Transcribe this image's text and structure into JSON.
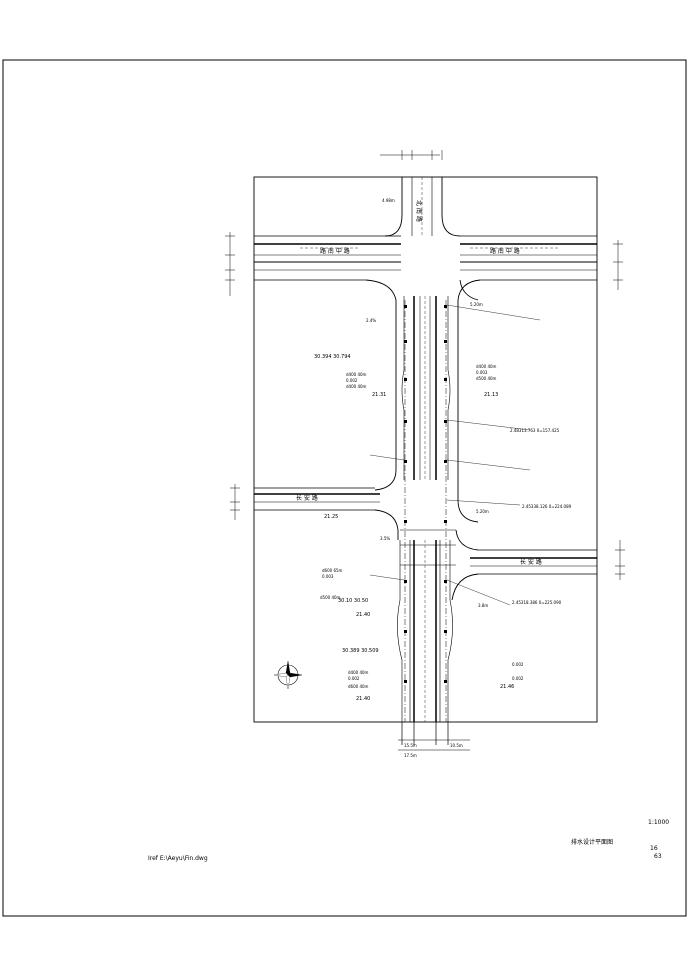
{
  "drawing": {
    "road_labels": {
      "top_road": "路 南 中 路",
      "mid_road_left": "长 安 路",
      "mid_road_right": "长 安 路",
      "north_branch": "北 南 路"
    },
    "elevation_notes": [
      "30.394  30.794",
      "21.31",
      "21.25",
      "30.10  30.50",
      "21.40",
      "30.389  30.509",
      "21.40",
      "21.13",
      "21.46",
      "4.98m",
      "5.20m",
      "5.20m",
      "3.8m",
      "2.4%",
      "3.5%"
    ],
    "pipe_notes": [
      "d400  40m",
      "d400  40m",
      "d600  65m",
      "d500  40m",
      "d400  40m",
      "d600  40m",
      "d400  40m",
      "d500  40m",
      "0.002",
      "0.003",
      "0.002",
      "0.003",
      "0.002",
      "0.002"
    ],
    "callouts": [
      "2.48313.763  0=157.425",
      "2.45338.126  0=224.089",
      "2.45318.386  0=225.090"
    ],
    "dimensions_bottom": [
      "15.5m",
      "10.5m",
      "17.5m"
    ]
  },
  "title_block": {
    "scale": "1:1000",
    "title": "排水设计平面图",
    "sheet_no": "16",
    "sheet_total": "63",
    "file_ref": "Iref E:\\Aeyu\\Fin.dwg"
  },
  "compass": {
    "icon": "north-arrow-icon"
  }
}
